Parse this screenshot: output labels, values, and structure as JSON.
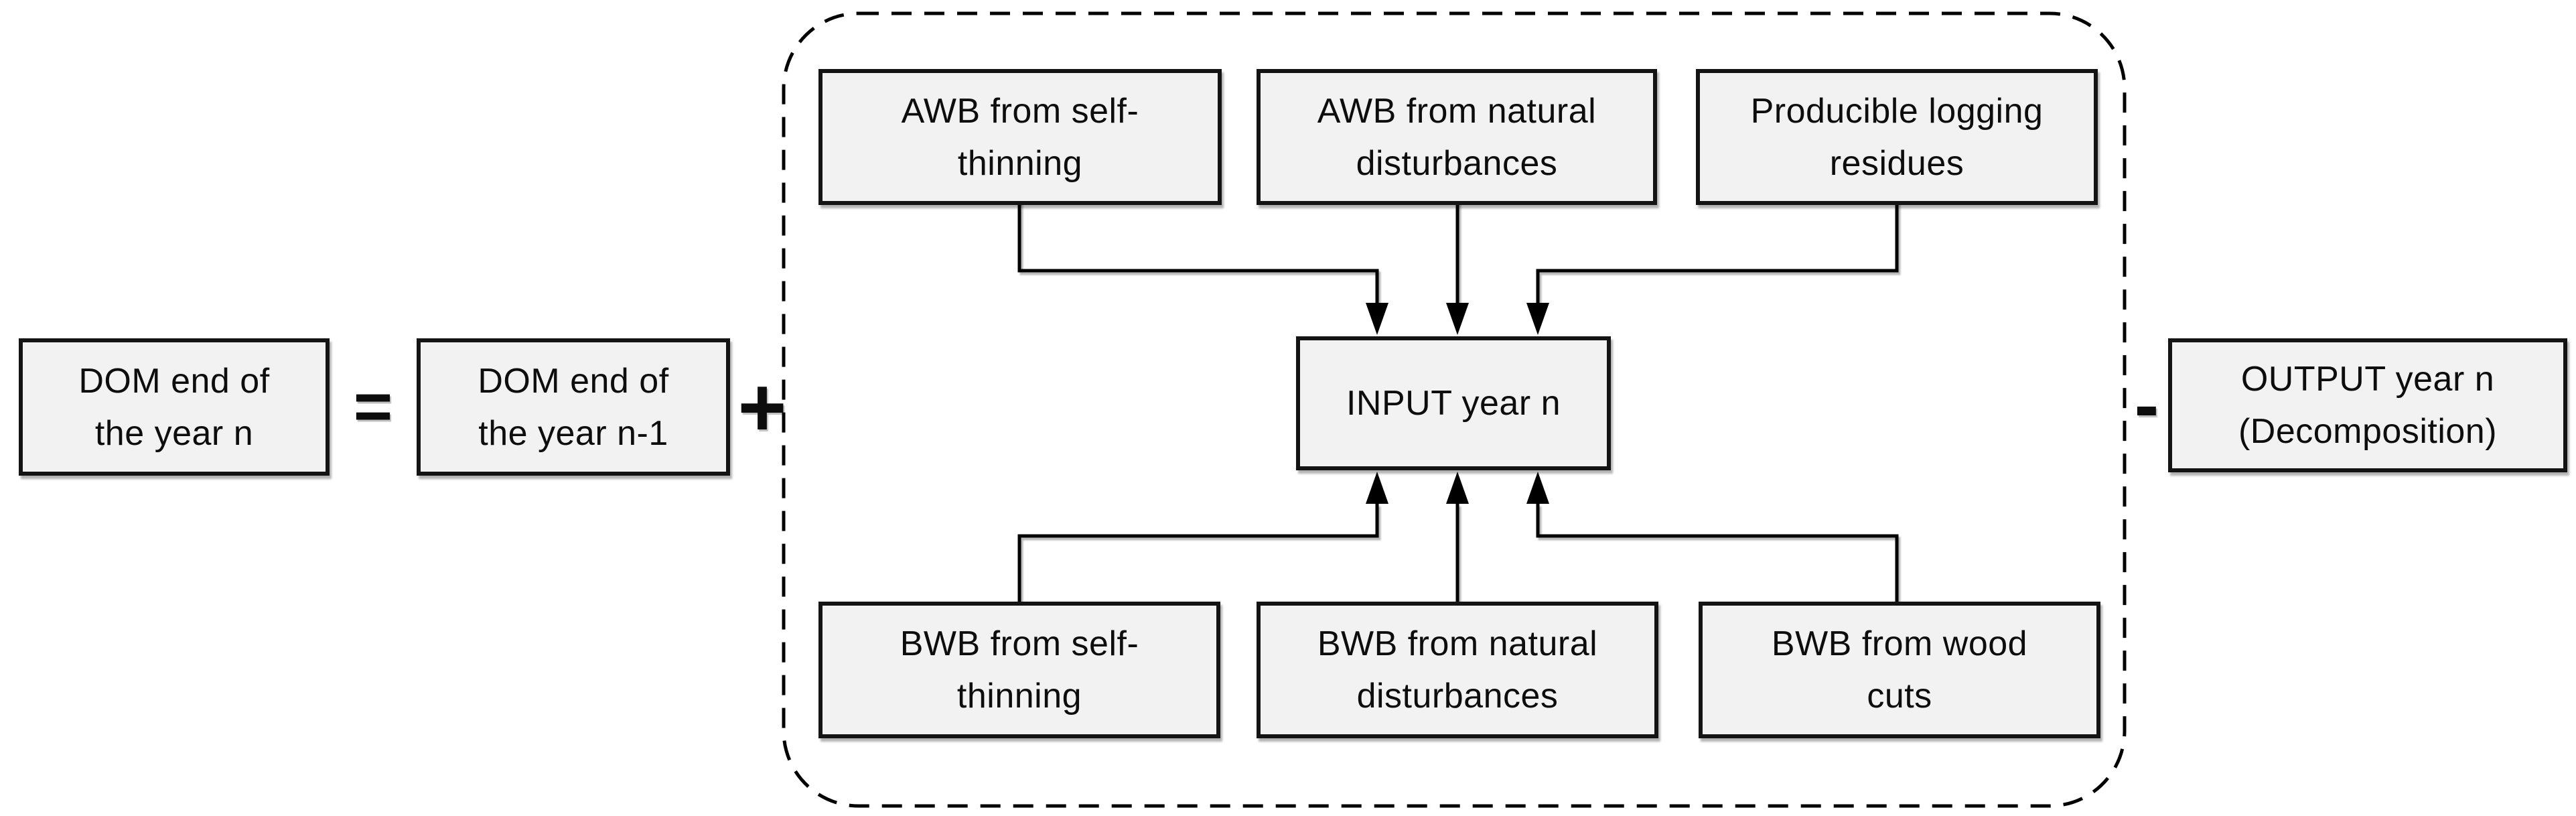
{
  "diagram": {
    "equation": {
      "equals": "=",
      "plus": "+",
      "minus": "-"
    },
    "boxes": {
      "dom_n": {
        "label": "DOM end of\nthe year n"
      },
      "dom_n1": {
        "label": "DOM end of\nthe year n-1"
      },
      "awb_self": {
        "label": "AWB from self-\nthinning"
      },
      "awb_natural": {
        "label": "AWB from natural\ndisturbances"
      },
      "producible": {
        "label": "Producible logging\nresidues"
      },
      "input_n": {
        "label": "INPUT year n"
      },
      "bwb_self": {
        "label": "BWB from self-\nthinning"
      },
      "bwb_natural": {
        "label": "BWB from natural\ndisturbances"
      },
      "bwb_wood": {
        "label": "BWB from wood\ncuts"
      },
      "output_n": {
        "label": "OUTPUT year n\n(Decomposition)"
      }
    },
    "colors": {
      "background": "#ffffff",
      "box_fill": "#f2f2f2",
      "box_border": "#141414",
      "line": "#000000"
    }
  }
}
